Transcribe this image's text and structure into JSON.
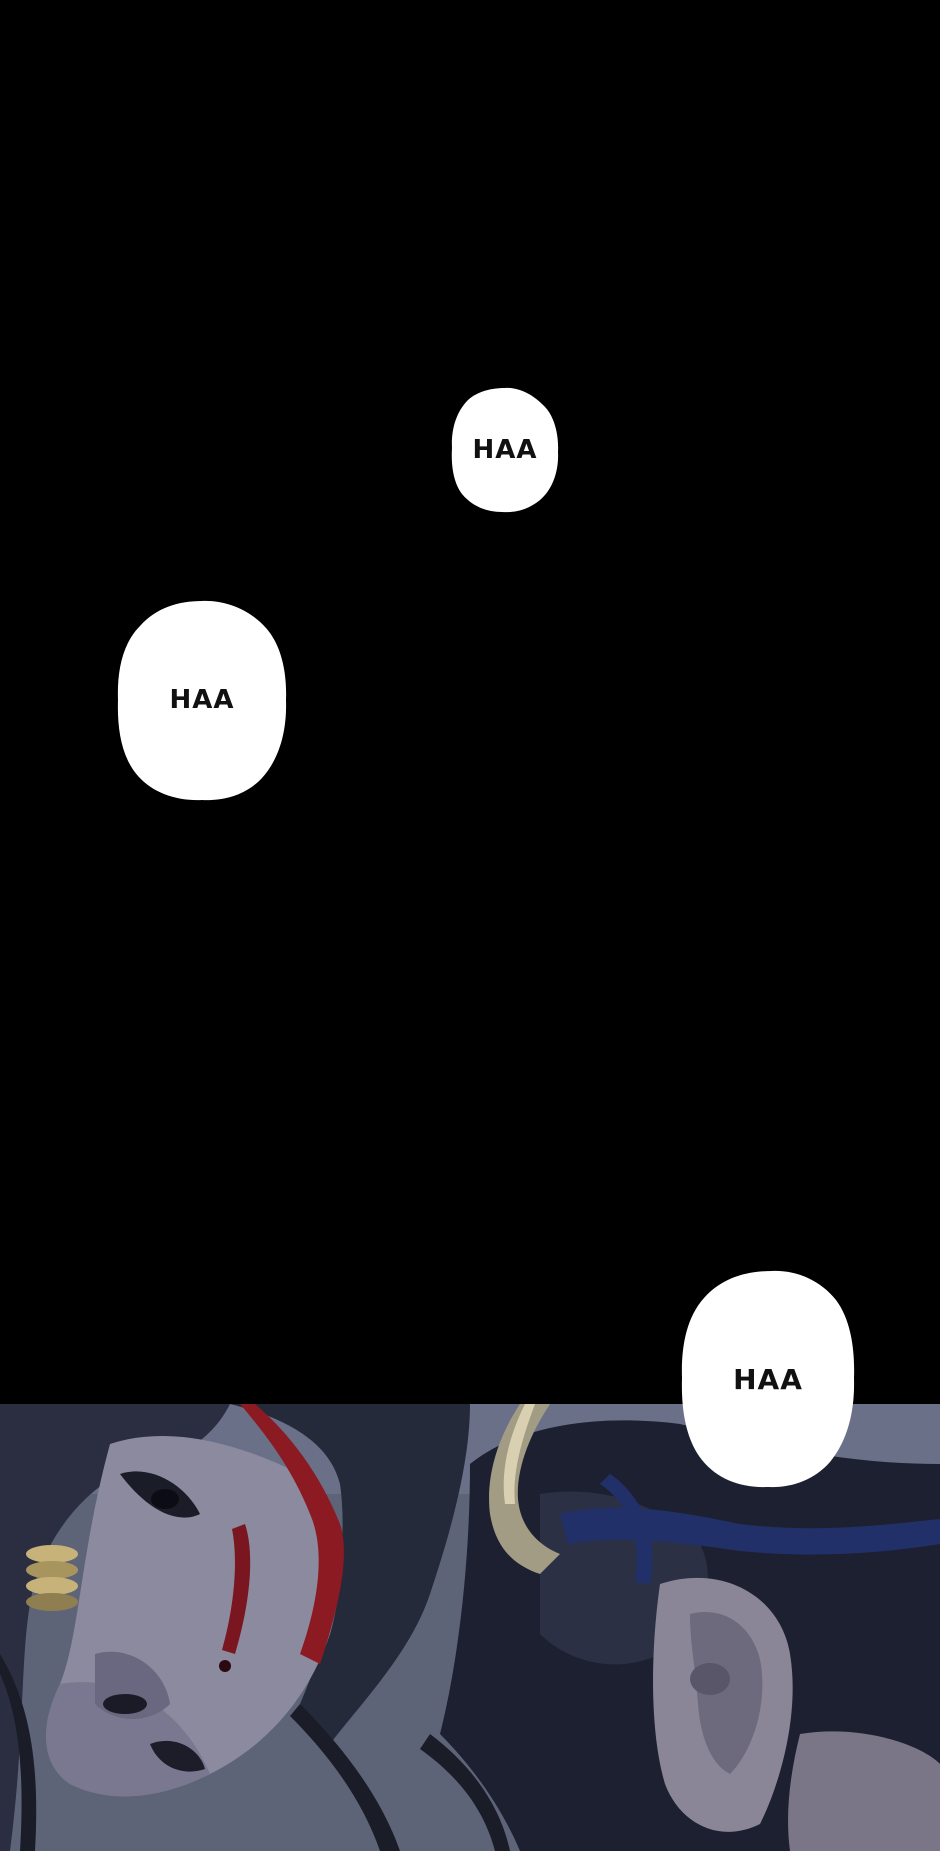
{
  "bubbles": [
    {
      "text": "HAA"
    },
    {
      "text": "HAA"
    },
    {
      "text": "HAA"
    }
  ],
  "colors": {
    "background": "#000000",
    "bubble_fill": "#ffffff",
    "bubble_text": "#111111",
    "art_base": "#5a6072",
    "blood": "#8b1a22",
    "hair": "#1d2030",
    "hair_band": "#22306a"
  }
}
